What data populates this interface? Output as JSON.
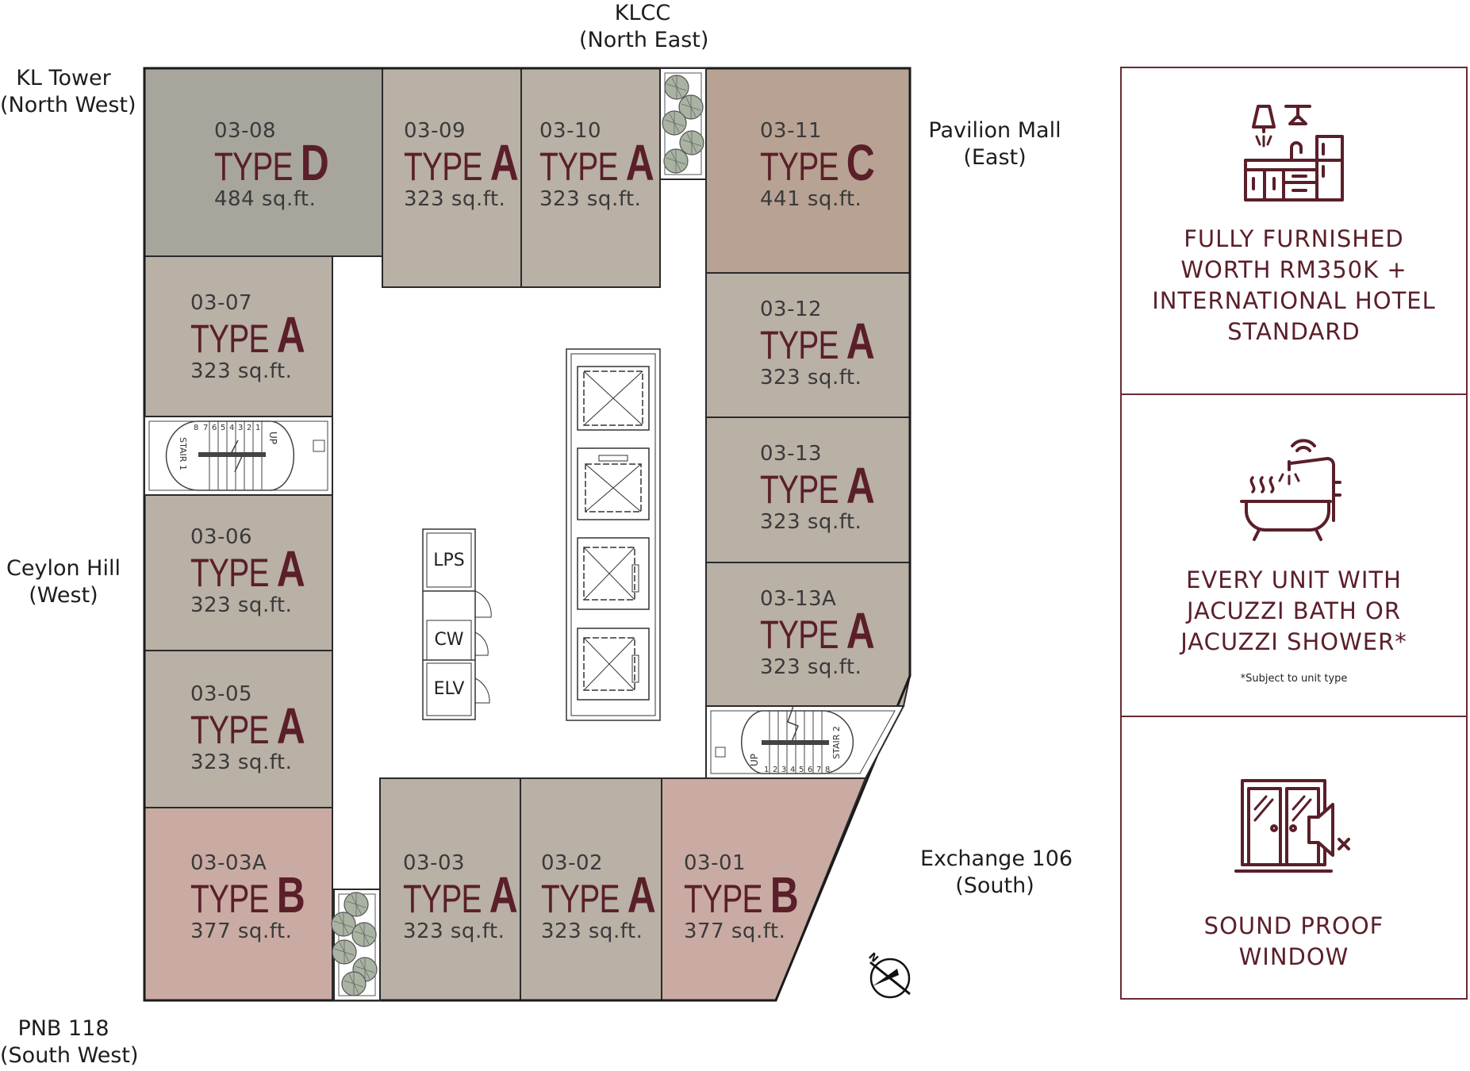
{
  "directions": {
    "klcc": {
      "name": "KLCC",
      "dir": "(North East)"
    },
    "kl_tower": {
      "name": "KL Tower",
      "dir": "(North West)"
    },
    "pavilion": {
      "name": "Pavilion Mall",
      "dir": "(East)"
    },
    "ceylon": {
      "name": "Ceylon Hill",
      "dir": "(West)"
    },
    "exchange": {
      "name": "Exchange 106",
      "dir": "(South)"
    },
    "pnb": {
      "name": "PNB 118",
      "dir": "(South West)"
    }
  },
  "type_word": "TYPE",
  "units": [
    {
      "id": "03-08",
      "type": "D",
      "area": "484 sq.ft."
    },
    {
      "id": "03-09",
      "type": "A",
      "area": "323 sq.ft."
    },
    {
      "id": "03-10",
      "type": "A",
      "area": "323 sq.ft."
    },
    {
      "id": "03-11",
      "type": "C",
      "area": "441 sq.ft."
    },
    {
      "id": "03-07",
      "type": "A",
      "area": "323 sq.ft."
    },
    {
      "id": "03-12",
      "type": "A",
      "area": "323 sq.ft."
    },
    {
      "id": "03-13",
      "type": "A",
      "area": "323 sq.ft."
    },
    {
      "id": "03-06",
      "type": "A",
      "area": "323 sq.ft."
    },
    {
      "id": "03-13A",
      "type": "A",
      "area": "323 sq.ft."
    },
    {
      "id": "03-05",
      "type": "A",
      "area": "323 sq.ft."
    },
    {
      "id": "03-03A",
      "type": "B",
      "area": "377 sq.ft."
    },
    {
      "id": "03-03",
      "type": "A",
      "area": "323 sq.ft."
    },
    {
      "id": "03-02",
      "type": "A",
      "area": "323 sq.ft."
    },
    {
      "id": "03-01",
      "type": "B",
      "area": "377 sq.ft."
    }
  ],
  "services": {
    "lps": "LPS",
    "cw": "CW",
    "elv": "ELV"
  },
  "stairs": {
    "stair1": "STAIR 1",
    "stair2": "STAIR 2",
    "up": "UP",
    "steps": [
      "8",
      "7",
      "6",
      "5",
      "4",
      "3",
      "2",
      "1"
    ]
  },
  "compass": {
    "north": "N"
  },
  "features": [
    {
      "icon": "kitchen-icon",
      "lines": [
        "FULLY FURNISHED",
        "WORTH RM350K +",
        "INTERNATIONAL HOTEL",
        "STANDARD"
      ]
    },
    {
      "icon": "jacuzzi-bath-icon",
      "lines": [
        "EVERY UNIT WITH",
        "JACUZZI BATH OR",
        "JACUZZI SHOWER*"
      ],
      "note": "*Subject to unit type"
    },
    {
      "icon": "sound-proof-window-icon",
      "lines": [
        "SOUND PROOF",
        "WINDOW"
      ]
    }
  ],
  "colors": {
    "type_a": "#b9b0a6",
    "type_b": "#c9aba3",
    "type_c": "#b8a293",
    "type_d": "#a8a59d",
    "accent": "#5a1f29",
    "line": "#2a2a2a"
  }
}
